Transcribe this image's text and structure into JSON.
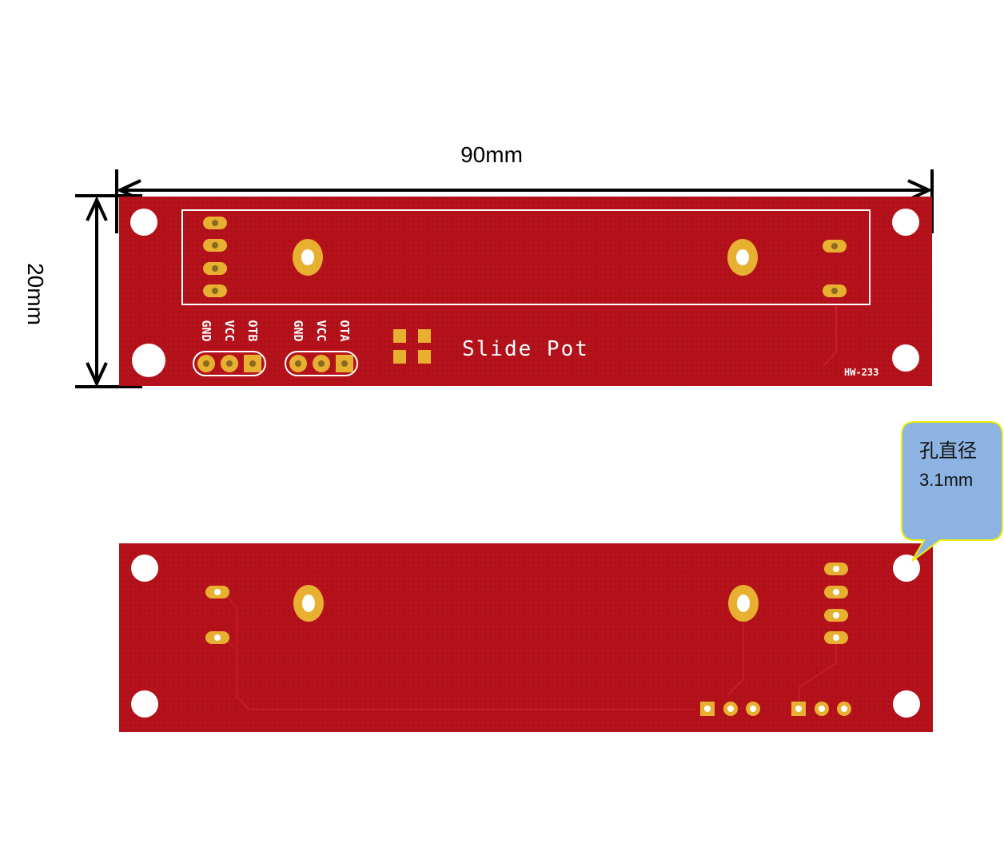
{
  "dimensions": {
    "width_label": "90mm",
    "height_label": "20mm"
  },
  "front_board": {
    "name": "Slide Pot",
    "model": "HW-233",
    "header_left_pins": [
      "GND",
      "VCC",
      "OTB"
    ],
    "header_right_pins": [
      "GND",
      "VCC",
      "OTA"
    ]
  },
  "callout": {
    "line1": "孔直径",
    "line2": "3.1mm"
  },
  "colors": {
    "pcb_red": "#b5121b",
    "pad_gold": "#e8b030",
    "silkscreen": "#ffffff",
    "callout_fill": "#8db3e2",
    "callout_border": "#f0f000"
  }
}
